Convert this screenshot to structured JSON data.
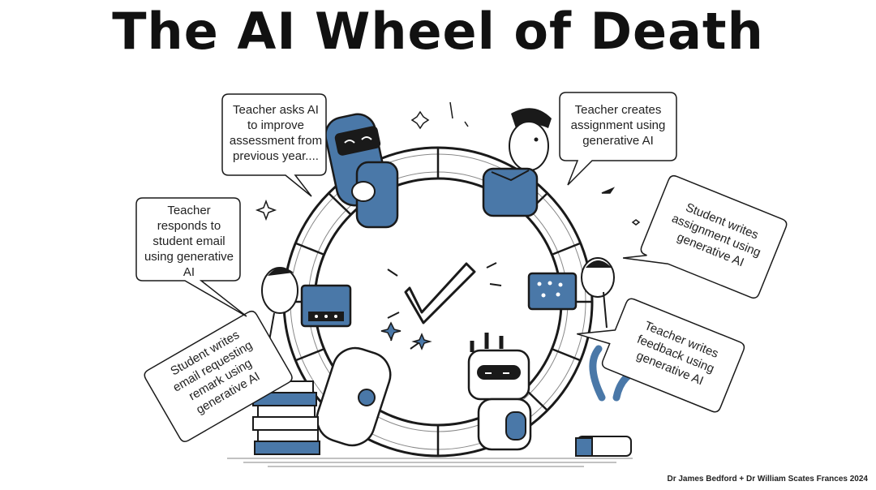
{
  "title": "The AI Wheel of Death",
  "steps": [
    "Teacher asks AI\nto improve\nassessment from\nprevious year....",
    "Teacher creates\nassignment using\ngenerative AI",
    "Student writes\nassignment using\ngenerative AI",
    "Teacher writes\nfeedback using\ngenerative AI",
    "Student writes\nemail requesting\nremark using\ngenerative AI",
    "Teacher\nresponds to\nstudent email\nusing generative\nAI"
  ],
  "credit": "Dr James Bedford + Dr William Scates Frances 2024",
  "colors": {
    "accent": "#4a78a8",
    "ink": "#1a1a1a",
    "paper": "#ffffff"
  }
}
